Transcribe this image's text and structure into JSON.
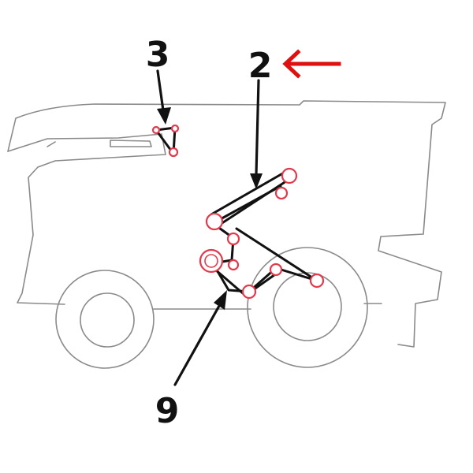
{
  "callouts": {
    "label_3": "3",
    "label_2": "2",
    "label_9": "9"
  },
  "colors": {
    "outline": "#8a8a8a",
    "belt": "#111111",
    "pulley": "#e23a4c",
    "highlight_arrow": "#e01010"
  },
  "icons": {
    "highlight": "red-left-arrow-icon"
  }
}
